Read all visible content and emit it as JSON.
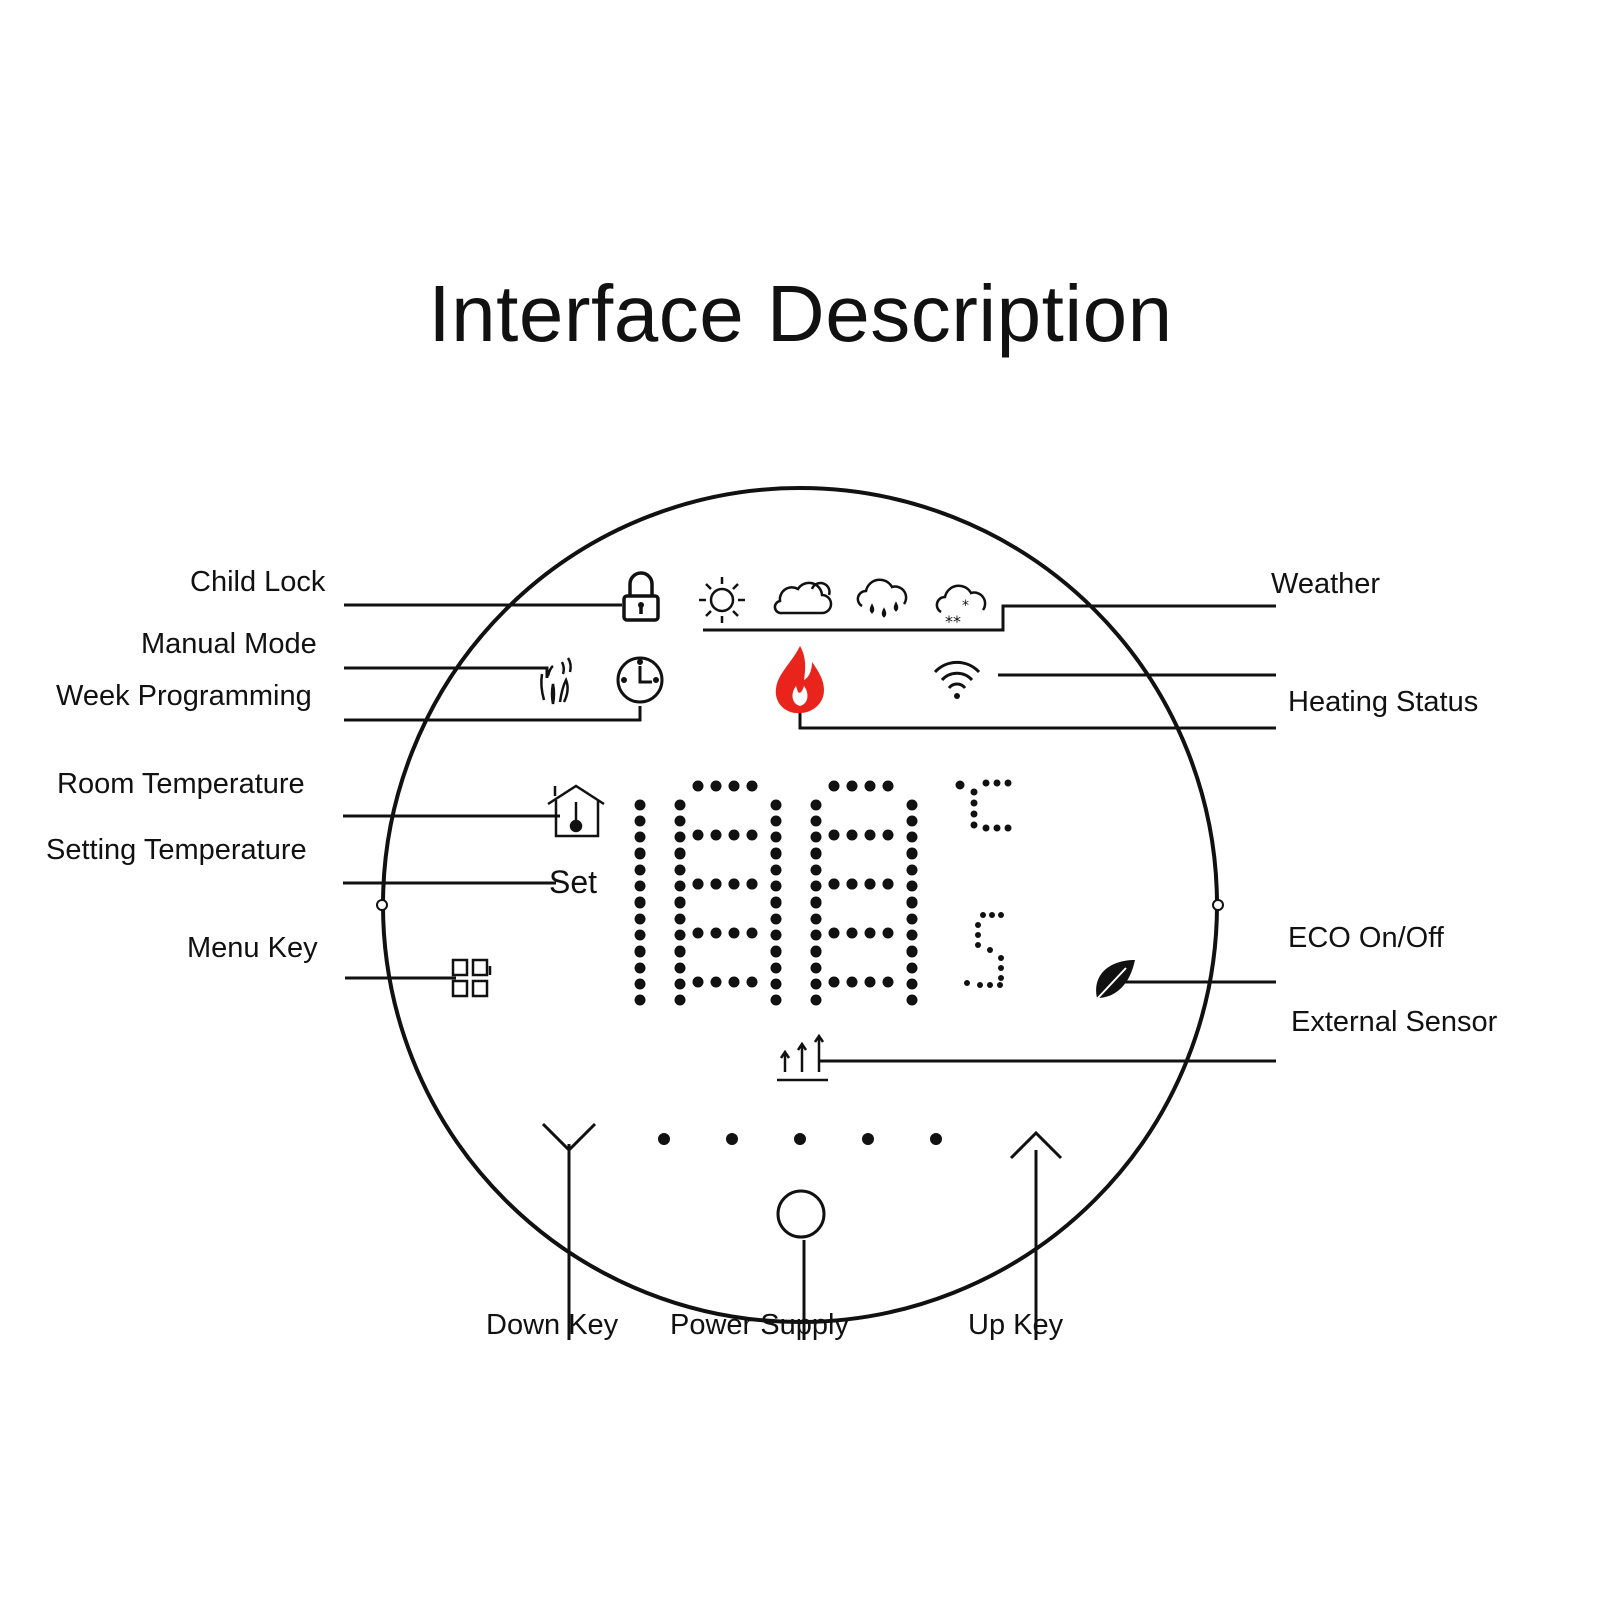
{
  "title": "Interface Description",
  "labels": {
    "child_lock": "Child Lock",
    "manual_mode": "Manual Mode",
    "week_programming": "Week Programming",
    "room_temperature": "Room Temperature",
    "setting_temperature": "Setting Temperature",
    "menu_key": "Menu Key",
    "weather": "Weather",
    "heating_status": "Heating Status",
    "eco": "ECO On/Off",
    "external_sensor": "External Sensor",
    "down_key": "Down Key",
    "power_supply": "Power Supply",
    "up_key": "Up Key"
  },
  "display": {
    "set_text": "Set"
  },
  "icons": [
    "lock-icon",
    "sun-icon",
    "cloud-icon",
    "rain-cloud-icon",
    "snow-cloud-icon",
    "hand-wave-icon",
    "clock-icon",
    "flame-icon",
    "wifi-icon",
    "house-thermometer-icon",
    "menu-grid-icon",
    "leaf-icon",
    "external-sensor-icon",
    "down-arrow-icon",
    "up-arrow-icon",
    "power-button-icon"
  ],
  "colors": {
    "flame": "#e8241c",
    "ink": "#111111"
  }
}
